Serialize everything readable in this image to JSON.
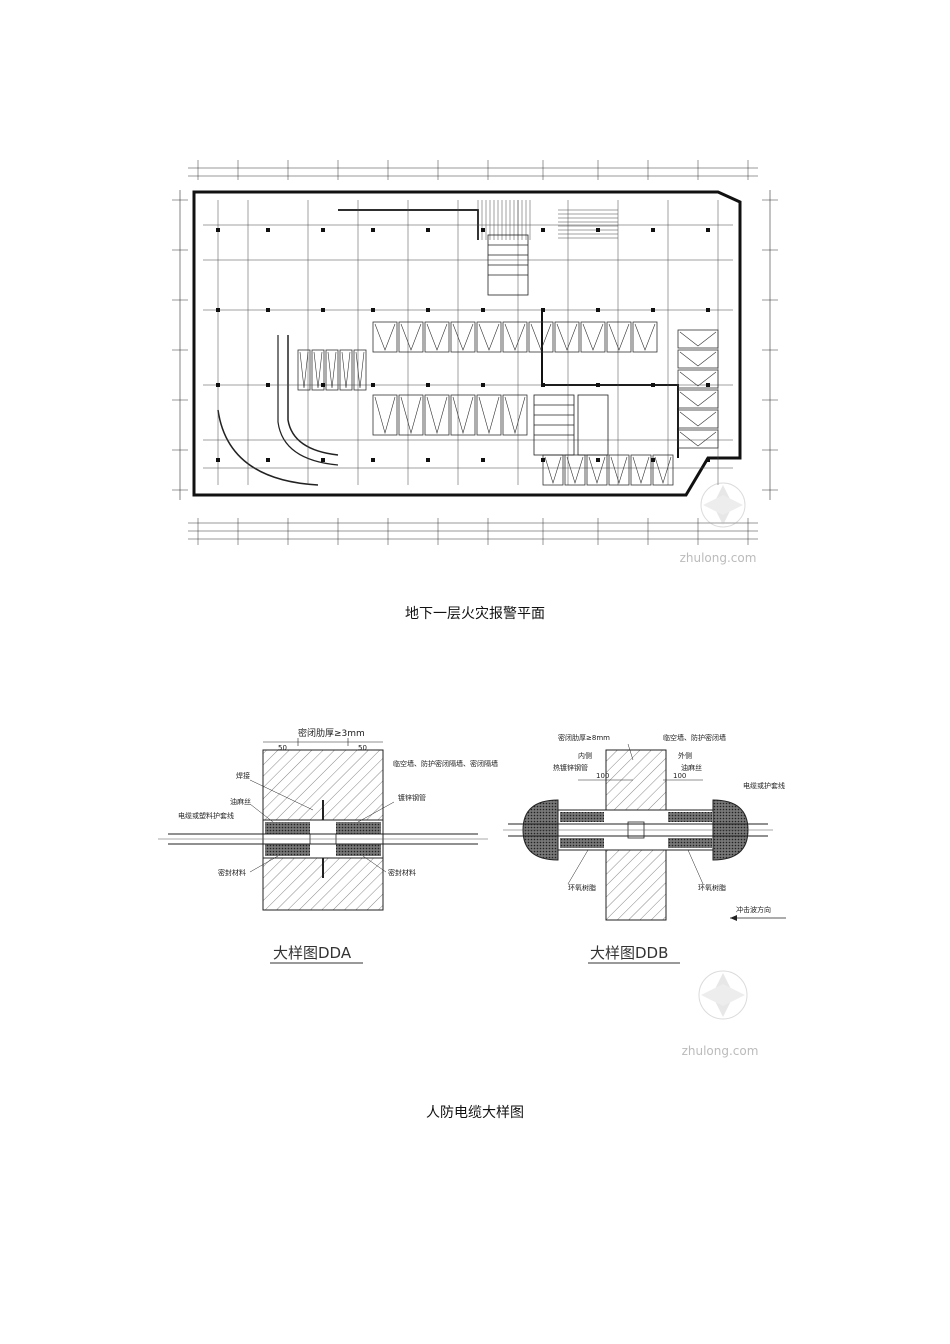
{
  "figures": [
    {
      "caption": "地下一层火灾报警平面",
      "watermark": "zhulong.com"
    },
    {
      "caption": "人防电缆大样图",
      "watermark": "zhulong.com",
      "detail_a": {
        "title": "大样图DDA",
        "labels": {
          "seal_thickness": "密闭肋厚≥3mm",
          "dim_left": "50",
          "dim_right": "50",
          "wall_type": "临空墙、防护密闭隔墙、密闭隔墙",
          "weld": "焊接",
          "oakum": "油麻丝",
          "steel_pipe": "镀锌钢管",
          "cable": "电缆或塑料护套线",
          "seal_left": "密封材料",
          "seal_right": "密封材料"
        }
      },
      "detail_b": {
        "title": "大样图DDB",
        "labels": {
          "seal_thickness": "密闭肋厚≥8mm",
          "wall_type": "临空墙、防护密闭墙",
          "inner": "内侧",
          "outer": "外侧",
          "steel_pipe": "热镀锌钢管",
          "dim": "100",
          "dim2": "100",
          "oakum": "油麻丝",
          "cable": "电缆或护套线",
          "epoxy_left": "环氧树脂",
          "epoxy_right": "环氧树脂",
          "shock": "冲击波方向"
        }
      }
    }
  ]
}
